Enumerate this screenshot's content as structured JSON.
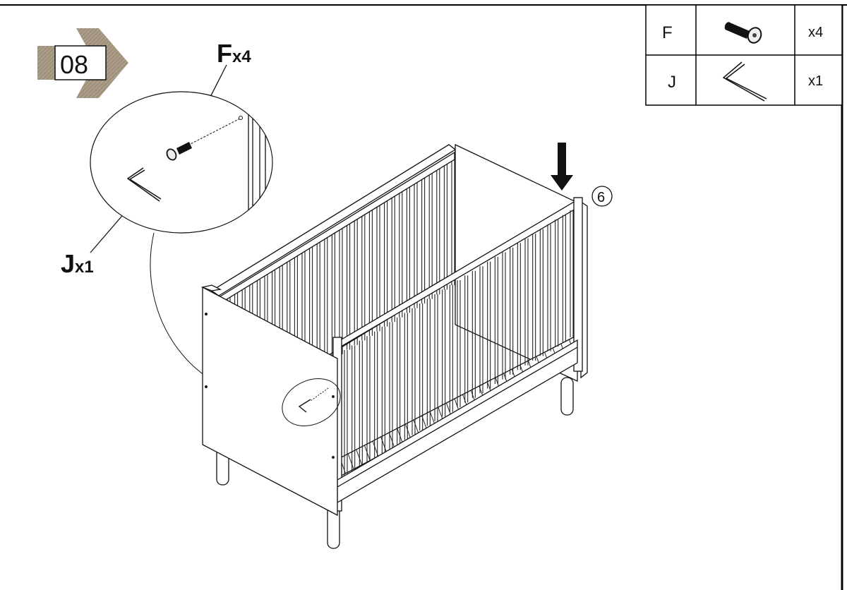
{
  "step": {
    "number": "08",
    "arrow_color": "#a89a84"
  },
  "parts_table": {
    "rows": [
      {
        "letter": "F",
        "icon": "bolt-icon",
        "qty": "x4"
      },
      {
        "letter": "J",
        "icon": "allen-key-icon",
        "qty": "x1"
      }
    ]
  },
  "callouts": {
    "bolt_letter": "F",
    "bolt_qty": "x4",
    "key_letter": "J",
    "key_qty": "x1",
    "panel_number": "6"
  }
}
